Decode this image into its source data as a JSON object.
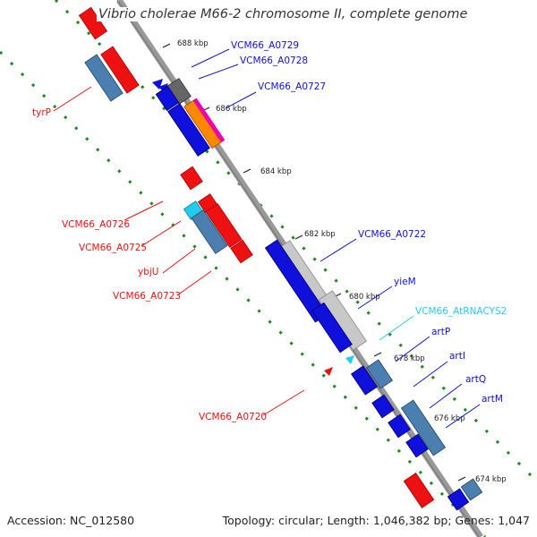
{
  "title": "Vibrio cholerae M66-2 chromosome II, complete genome",
  "footer": {
    "accession": "Accession: NC_012580",
    "summary": "Topology: circular; Length: 1,046,382 bp; Genes: 1,047"
  },
  "ticks": [
    "688 kbp",
    "686 kbp",
    "684 kbp",
    "682 kbp",
    "680 kbp",
    "678 kbp",
    "676 kbp",
    "674 kbp"
  ],
  "gene_labels": {
    "VCM66_A0729": "VCM66_A0729",
    "VCM66_A0728": "VCM66_A0728",
    "VCM66_A0727": "VCM66_A0727",
    "tyrP": "tyrP",
    "VCM66_A0726": "VCM66_A0726",
    "VCM66_A0725": "VCM66_A0725",
    "ybjU": "ybjU",
    "VCM66_A0723": "VCM66_A0723",
    "VCM66_A0722": "VCM66_A0722",
    "yieM": "yieM",
    "VCM66_AtRNACYS2": "VCM66_AtRNACYS2",
    "artP": "artP",
    "artI": "artI",
    "artQ": "artQ",
    "artM": "artM",
    "VCM66_A0720": "VCM66_A0720"
  },
  "colors": {
    "forward": "#1010dd",
    "reverse": "#ee1111",
    "steelblue": "#4a7fb0",
    "grey": "#c8c8c8",
    "darkgrey": "#666666",
    "cyan": "#22ccee",
    "orange": "#ff8800",
    "magenta": "#ee00aa",
    "dots": "#1a8a1a",
    "backbone": "#999999"
  }
}
